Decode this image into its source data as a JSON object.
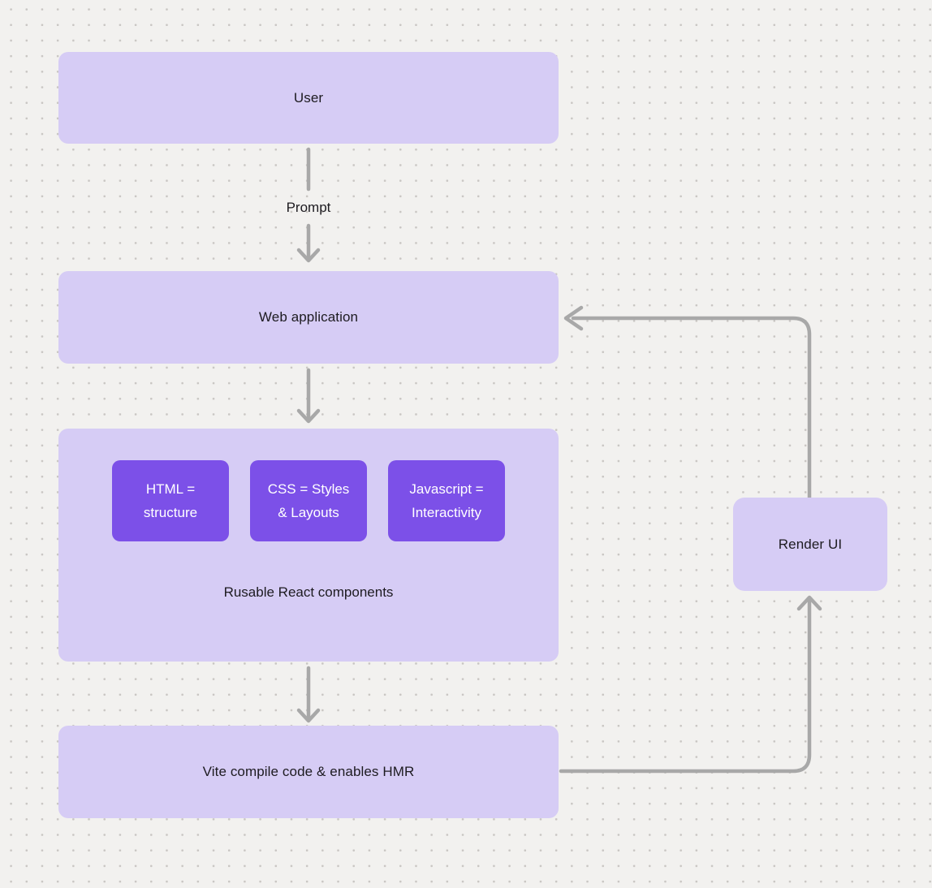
{
  "diagram": {
    "nodes": {
      "user": {
        "label": "User"
      },
      "web_application": {
        "label": "Web application"
      },
      "components": {
        "children": [
          {
            "lines": [
              "HTML =",
              "structure"
            ]
          },
          {
            "lines": [
              "CSS = Styles",
              "& Layouts"
            ]
          },
          {
            "lines": [
              "Javascript =",
              "Interactivity"
            ]
          }
        ],
        "label": "Rusable React components"
      },
      "vite": {
        "label": "Vite compile code & enables HMR"
      },
      "render_ui": {
        "label": "Render UI"
      }
    },
    "edges": [
      {
        "from": "user",
        "to": "web_application",
        "label": "Prompt",
        "direction": "down"
      },
      {
        "from": "web_application",
        "to": "components",
        "label": "",
        "direction": "down"
      },
      {
        "from": "components",
        "to": "vite",
        "label": "",
        "direction": "down"
      },
      {
        "from": "vite",
        "to": "render_ui",
        "label": "",
        "direction": "right-up"
      },
      {
        "from": "render_ui",
        "to": "web_application",
        "label": "",
        "direction": "up-left"
      }
    ],
    "colors": {
      "background": "#f2f1ef",
      "dot": "#c9c6c3",
      "node_fill": "#d6ccf5",
      "accent_fill": "#7c50e8",
      "accent_text": "#ffffff",
      "text": "#1d1b20",
      "connector": "#a8a8a8"
    }
  }
}
